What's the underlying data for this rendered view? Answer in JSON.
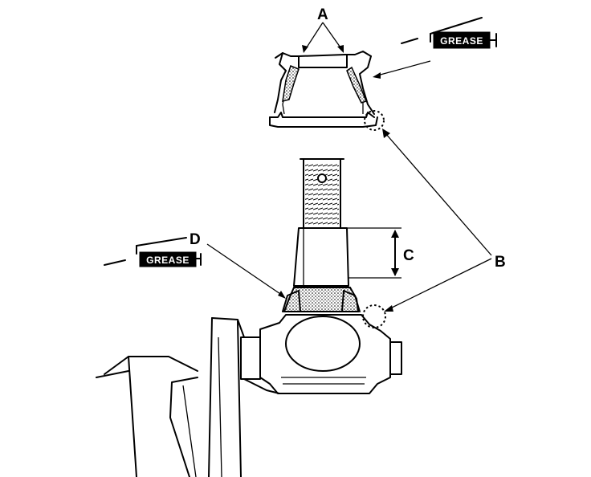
{
  "labels": {
    "a": "A",
    "b": "B",
    "c": "C",
    "d": "D"
  },
  "grease_tags": {
    "top": "GREASE",
    "left": "GREASE"
  }
}
